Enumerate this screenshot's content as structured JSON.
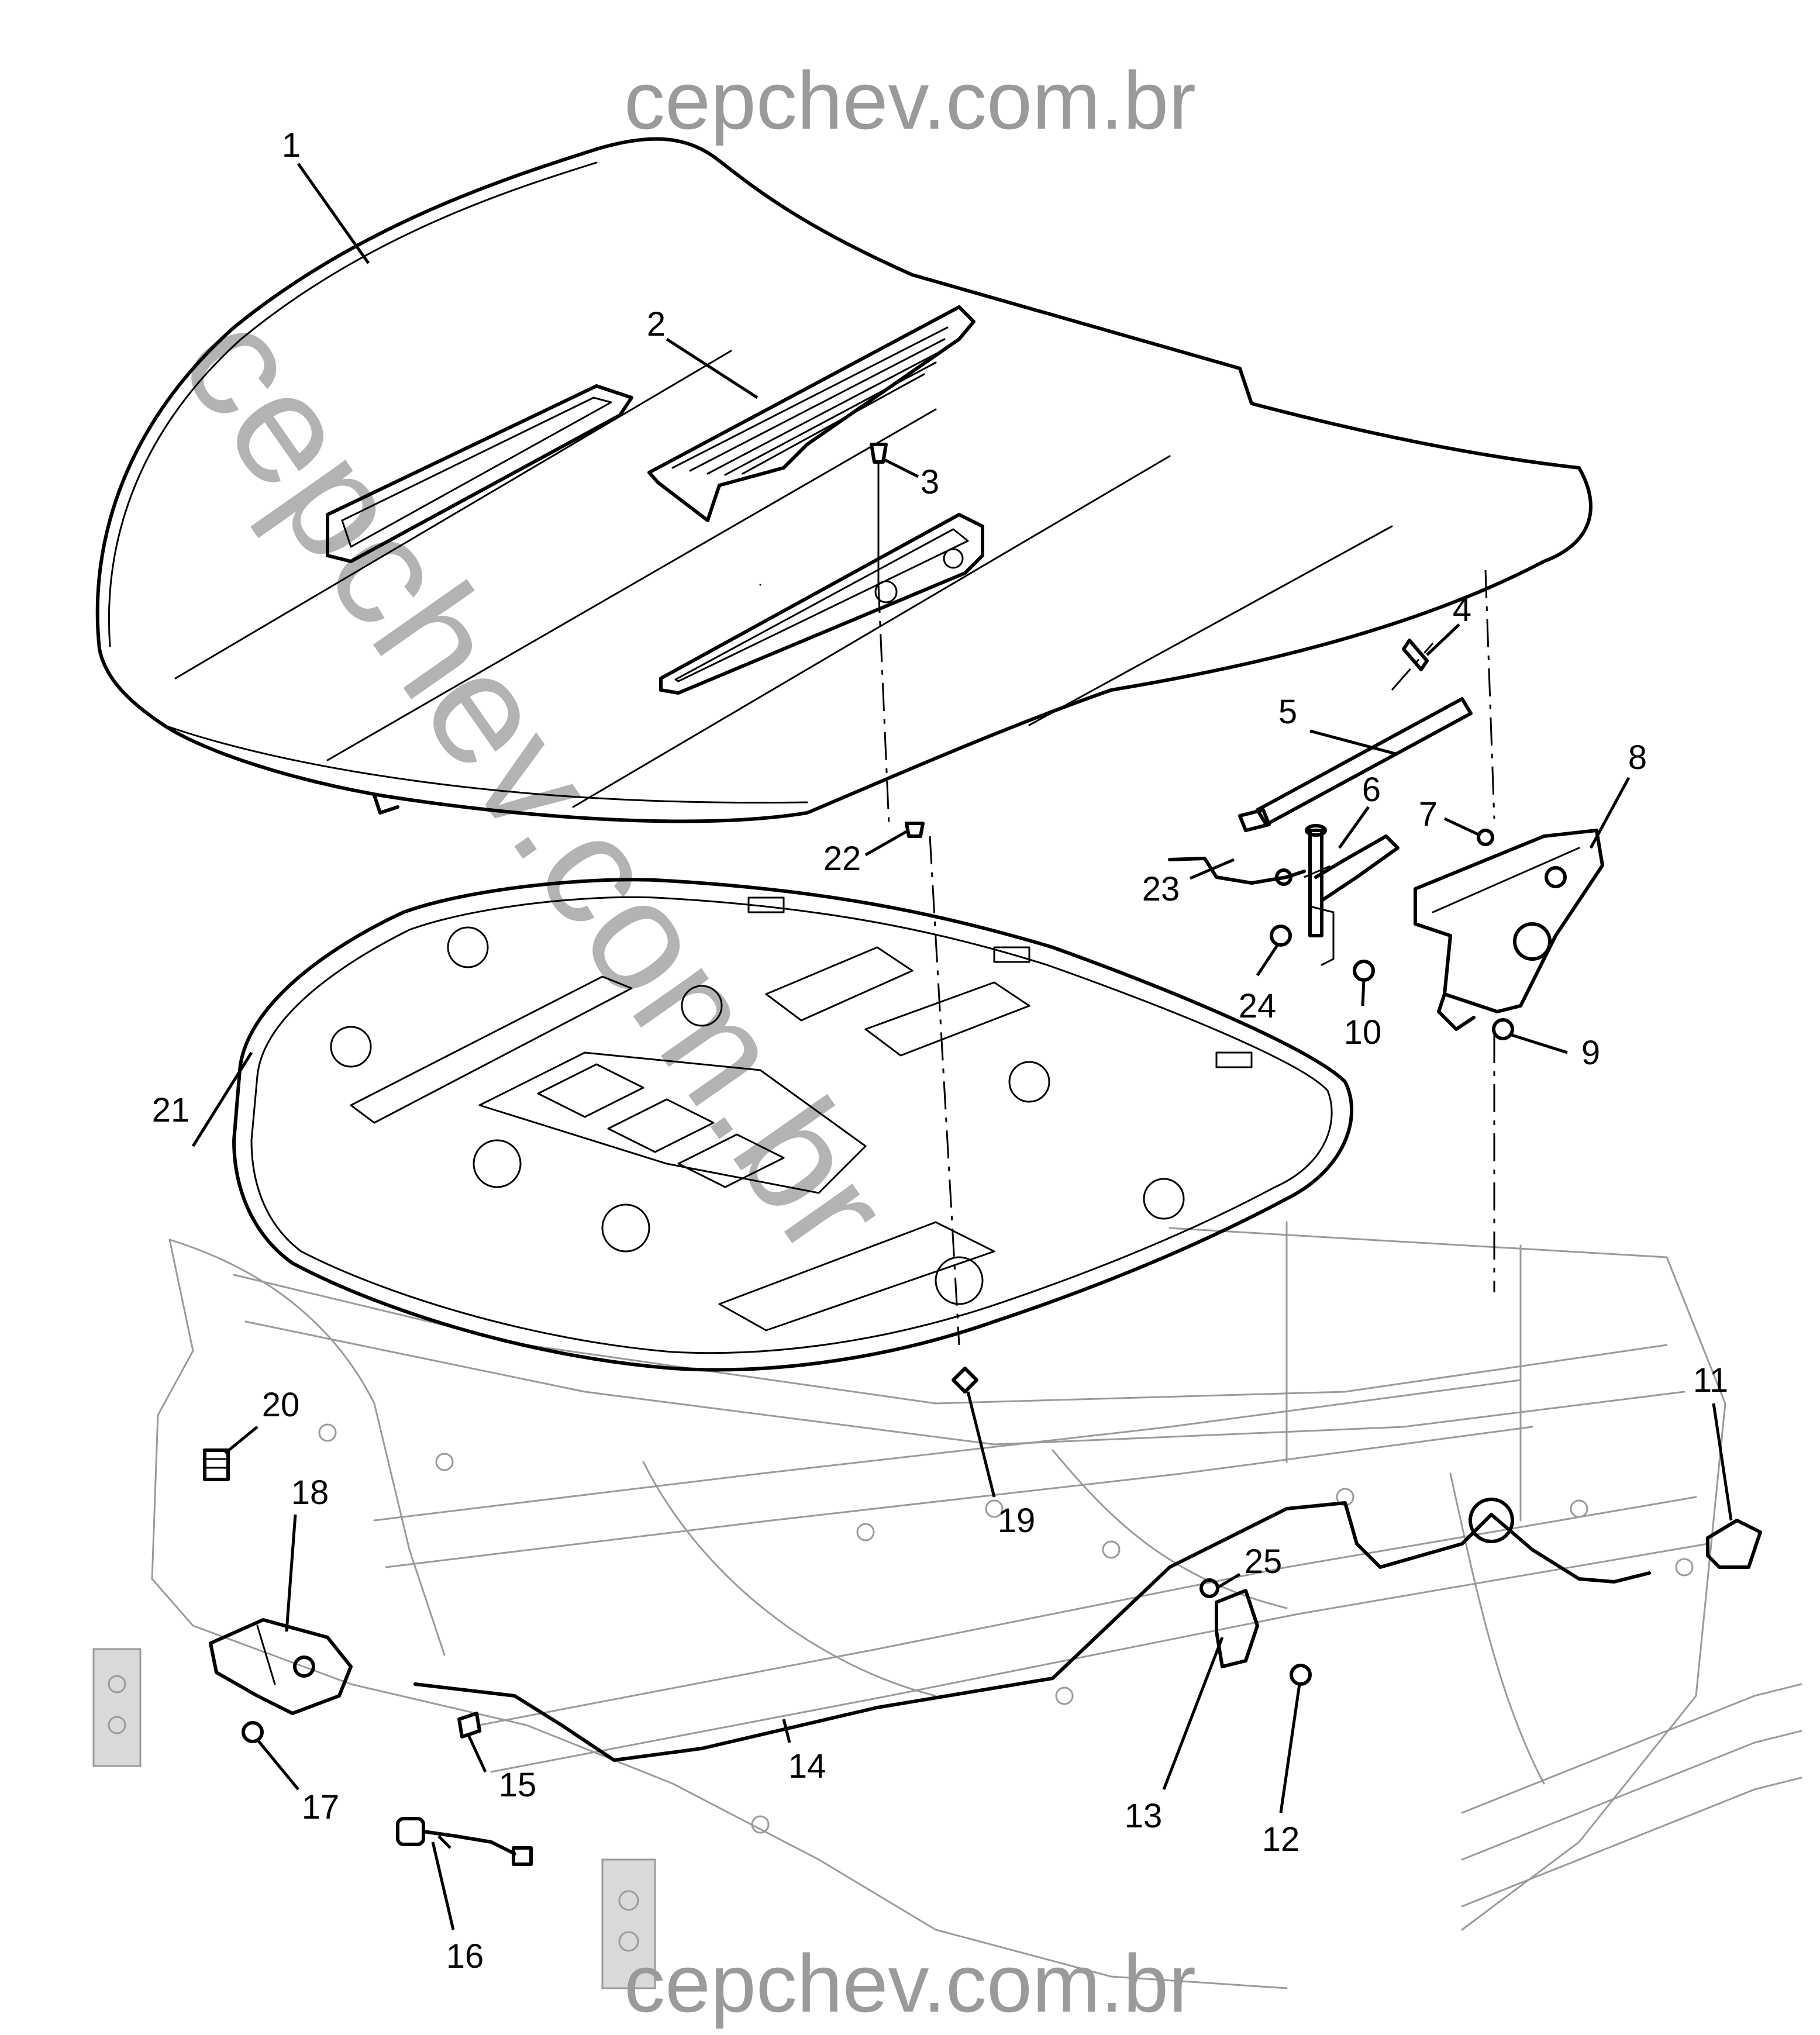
{
  "watermark": {
    "top_text": "cepchev.com.br",
    "bottom_text": "cepchev.com.br",
    "diagonal_text": "cepchev.com.br",
    "color": "#9a9a9a"
  },
  "callouts": [
    {
      "number": "1"
    },
    {
      "number": "2"
    },
    {
      "number": "3"
    },
    {
      "number": "4"
    },
    {
      "number": "5"
    },
    {
      "number": "6"
    },
    {
      "number": "7"
    },
    {
      "number": "8"
    },
    {
      "number": "9"
    },
    {
      "number": "10"
    },
    {
      "number": "11"
    },
    {
      "number": "12"
    },
    {
      "number": "13"
    },
    {
      "number": "14"
    },
    {
      "number": "15"
    },
    {
      "number": "16"
    },
    {
      "number": "17"
    },
    {
      "number": "18"
    },
    {
      "number": "19"
    },
    {
      "number": "20"
    },
    {
      "number": "21"
    },
    {
      "number": "22"
    },
    {
      "number": "23"
    },
    {
      "number": "24"
    },
    {
      "number": "25"
    }
  ]
}
